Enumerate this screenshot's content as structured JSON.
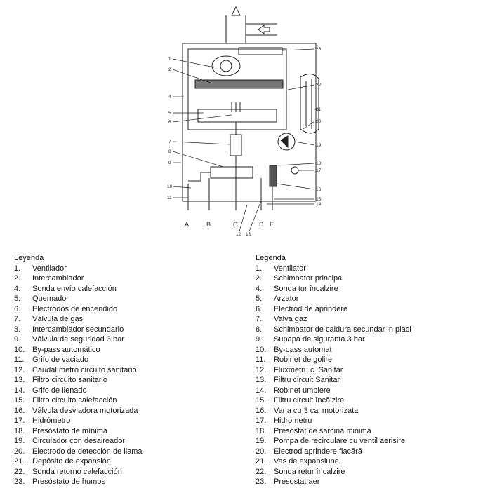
{
  "diagram": {
    "callouts_left": [
      "1",
      "2",
      "4",
      "5",
      "6",
      "7",
      "8",
      "9",
      "10",
      "11"
    ],
    "callouts_right": [
      "23",
      "22",
      "21",
      "20",
      "19",
      "18",
      "17",
      "16",
      "15",
      "14"
    ],
    "callouts_bottom": [
      "12",
      "13"
    ],
    "ports": [
      "A",
      "B",
      "C",
      "D",
      "E"
    ]
  },
  "legend_left": {
    "title": "Leyenda",
    "items": [
      {
        "n": "1.",
        "t": "Ventilador"
      },
      {
        "n": "2.",
        "t": "Intercambiador"
      },
      {
        "n": "4.",
        "t": "Sonda envío calefacción"
      },
      {
        "n": "5.",
        "t": "Quemador"
      },
      {
        "n": "6.",
        "t": "Electrodos de encendido"
      },
      {
        "n": "7.",
        "t": "Válvula de gas"
      },
      {
        "n": "8.",
        "t": "Intercambiador secundario"
      },
      {
        "n": "9.",
        "t": "Válvula de seguridad 3 bar"
      },
      {
        "n": "10.",
        "t": "By-pass automático"
      },
      {
        "n": "11.",
        "t": "Grifo de vaciado"
      },
      {
        "n": "12.",
        "t": "Caudalímetro circuito sanitario"
      },
      {
        "n": "13.",
        "t": "Filtro circuito sanitario"
      },
      {
        "n": "14.",
        "t": "Grifo de llenado"
      },
      {
        "n": "15.",
        "t": "Filtro circuito calefacción"
      },
      {
        "n": "16.",
        "t": "Válvula desviadora motorizada"
      },
      {
        "n": "17.",
        "t": "Hidrómetro"
      },
      {
        "n": "18.",
        "t": "Presóstato de mínima"
      },
      {
        "n": "19.",
        "t": "Circulador con desaireador"
      },
      {
        "n": "20.",
        "t": "Electrodo de detección de llama"
      },
      {
        "n": "21.",
        "t": "Depósito de expansión"
      },
      {
        "n": "22.",
        "t": "Sonda retorno calefacción"
      },
      {
        "n": "23.",
        "t": "Presóstato de humos"
      }
    ]
  },
  "legend_right": {
    "title": "Legenda",
    "items": [
      {
        "n": "1.",
        "t": "Ventilator"
      },
      {
        "n": "2.",
        "t": "Schimbator principal"
      },
      {
        "n": "4.",
        "t": "Sonda tur încalzire"
      },
      {
        "n": "5.",
        "t": "Arzator"
      },
      {
        "n": "6.",
        "t": "Electrod de aprindere"
      },
      {
        "n": "7.",
        "t": "Valva gaz"
      },
      {
        "n": "8.",
        "t": "Schimbator de caldura secundar in placi"
      },
      {
        "n": "9.",
        "t": "Supapa de siguranta 3 bar"
      },
      {
        "n": "10.",
        "t": "By-pass automat"
      },
      {
        "n": "11.",
        "t": "Robinet de golire"
      },
      {
        "n": "12.",
        "t": "Fluxmetru c. Sanitar"
      },
      {
        "n": "13.",
        "t": "Filtru circuit Sanitar"
      },
      {
        "n": "14.",
        "t": "Robinet umplere"
      },
      {
        "n": "15.",
        "t": "Filtru circuit încălzire"
      },
      {
        "n": "16.",
        "t": "Vana cu 3 cai motorizata"
      },
      {
        "n": "17.",
        "t": "Hidrometru"
      },
      {
        "n": "18.",
        "t": "Presostat de sarcină minimă"
      },
      {
        "n": "19.",
        "t": "Pompa de recirculare cu ventil aerisire"
      },
      {
        "n": "20.",
        "t": "Electrod aprindere flacără"
      },
      {
        "n": "21.",
        "t": "Vas de expansiune"
      },
      {
        "n": "22.",
        "t": "Sonda retur încalzire"
      },
      {
        "n": "23.",
        "t": "Presostat aer"
      }
    ]
  }
}
